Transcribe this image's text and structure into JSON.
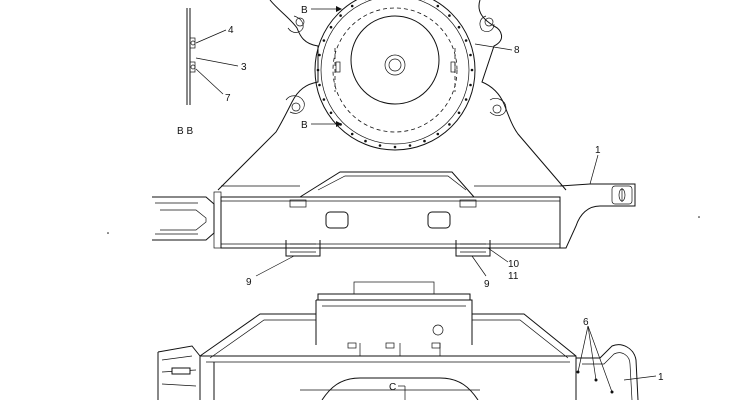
{
  "section_view": {
    "label": "B B",
    "callouts": [
      "4",
      "3",
      "7"
    ]
  },
  "top_view": {
    "section_marker_top": "B",
    "section_marker_bottom": "B",
    "callout_ring": "8"
  },
  "side_view": {
    "callout_frame": "1",
    "callout_bracket_left": "9",
    "callout_bracket_right": "9",
    "callout_plate_a": "10",
    "callout_plate_b": "11"
  },
  "bottom_view": {
    "callout_clips": "6",
    "callout_frame": "1",
    "section_marker": "C"
  }
}
